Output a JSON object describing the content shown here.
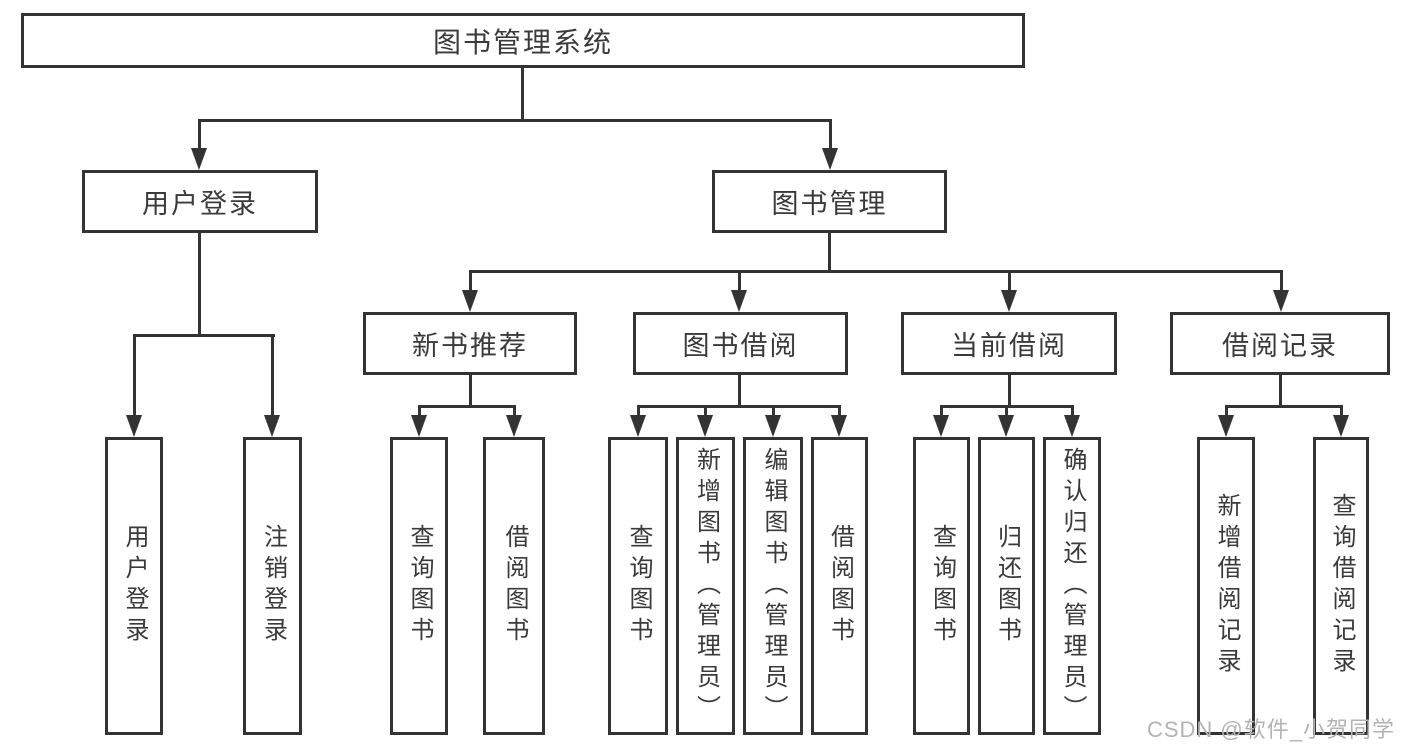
{
  "diagram": {
    "type": "hierarchy-tree",
    "root": {
      "label": "图书管理系统"
    },
    "level2": {
      "user_login": {
        "label": "用户登录",
        "parent": "图书管理系统"
      },
      "book_management": {
        "label": "图书管理",
        "parent": "图书管理系统"
      }
    },
    "level3": {
      "new_book": {
        "label": "新书推荐",
        "parent": "图书管理"
      },
      "book_borrow": {
        "label": "图书借阅",
        "parent": "图书管理"
      },
      "current_borrow": {
        "label": "当前借阅",
        "parent": "图书管理"
      },
      "borrow_record": {
        "label": "借阅记录",
        "parent": "图书管理"
      }
    },
    "leaves": {
      "login": {
        "label": "用户登录",
        "parent": "用户登录"
      },
      "logout": {
        "label": "注销登录",
        "parent": "用户登录"
      },
      "nb_query": {
        "label": "查询图书",
        "parent": "新书推荐"
      },
      "nb_borrow": {
        "label": "借阅图书",
        "parent": "新书推荐"
      },
      "bb_query": {
        "label": "查询图书",
        "parent": "图书借阅"
      },
      "bb_add": {
        "label": "新增图书（管理员）",
        "parent": "图书借阅"
      },
      "bb_edit": {
        "label": "编辑图书（管理员）",
        "parent": "图书借阅"
      },
      "bb_borrow": {
        "label": "借阅图书",
        "parent": "图书借阅"
      },
      "cb_query": {
        "label": "查询图书",
        "parent": "当前借阅"
      },
      "cb_return": {
        "label": "归还图书",
        "parent": "当前借阅"
      },
      "cb_confirm": {
        "label": "确认归还（管理员）",
        "parent": "当前借阅"
      },
      "br_add": {
        "label": "新增借阅记录",
        "parent": "借阅记录"
      },
      "br_query": {
        "label": "查询借阅记录",
        "parent": "借阅记录"
      }
    }
  },
  "watermark": {
    "text": "CSDN @软件_小贺同学"
  },
  "colors": {
    "line": "#333333",
    "text": "#3a3a3a",
    "box_background": "#ffffff",
    "page_background": "#ffffff",
    "watermark": "#b3b3b3"
  }
}
